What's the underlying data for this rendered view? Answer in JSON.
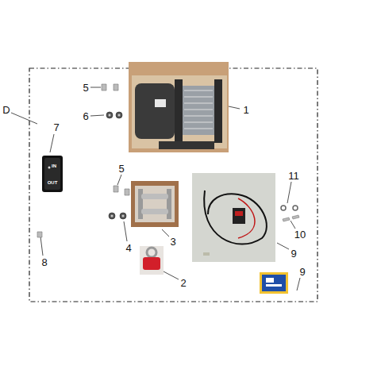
{
  "diagram": {
    "labels": [
      "D",
      "1",
      "5",
      "6",
      "7",
      "IN",
      "OUT",
      "5",
      "3",
      "4",
      "2",
      "8",
      "11",
      "10",
      "9",
      "9"
    ]
  }
}
